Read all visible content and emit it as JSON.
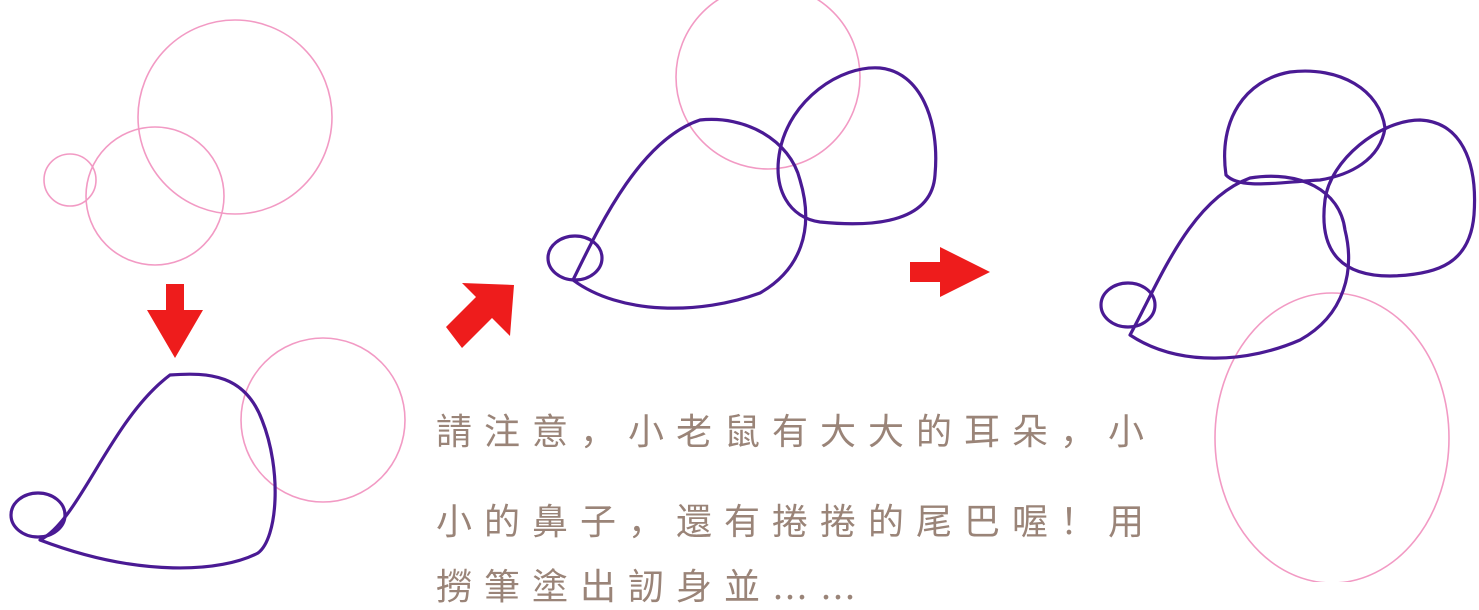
{
  "colors": {
    "guide_circle": "#f29ac4",
    "outline": "#4a1a94",
    "arrow": "#ee1c1c",
    "instruction_text": "#9a8478"
  },
  "icons": [
    "arrow-down-icon",
    "arrow-up-right-icon",
    "arrow-right-icon"
  ],
  "instruction": {
    "lines": [
      "請注意，小老鼠有大大的耳朵，小",
      "小的鼻子，還有捲捲的尾巴喔！用",
      "撈筆塗出訒身並……"
    ]
  }
}
